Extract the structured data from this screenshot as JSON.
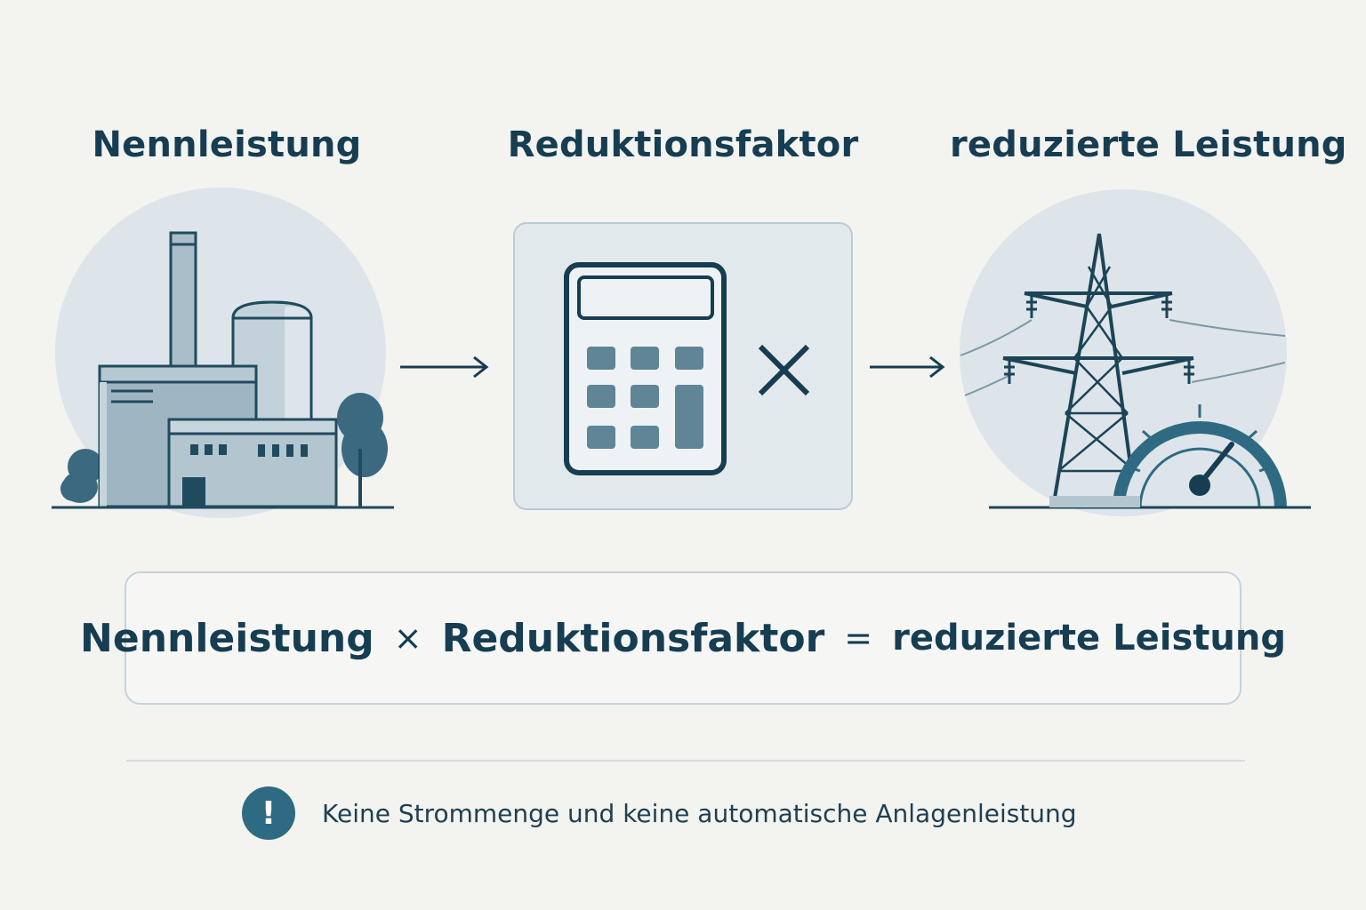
{
  "steps": [
    {
      "title": "Nennleistung",
      "icon": "power-plant-icon"
    },
    {
      "title": "Reduktionsfaktor",
      "icon": "calculator-icon"
    },
    {
      "title": "reduzierte Leistung",
      "icon": "power-pylon-gauge-icon"
    }
  ],
  "formula": {
    "term1": "Nennleistung",
    "op1": "×",
    "term2": "Reduktionsfaktor",
    "op2": "=",
    "term3": "reduzierte Leistung"
  },
  "multiply_symbol": "×",
  "note": {
    "icon": "exclamation-icon",
    "symbol": "!",
    "text": "Keine Strommenge und keine automatische Anlagenleistung"
  },
  "colors": {
    "background": "#f3f3f0",
    "primary": "#163d52",
    "accent": "#2e6b82",
    "icon_fill": "#5f8597",
    "light_fill": "#dde5ea",
    "border": "#c5d3dc"
  }
}
